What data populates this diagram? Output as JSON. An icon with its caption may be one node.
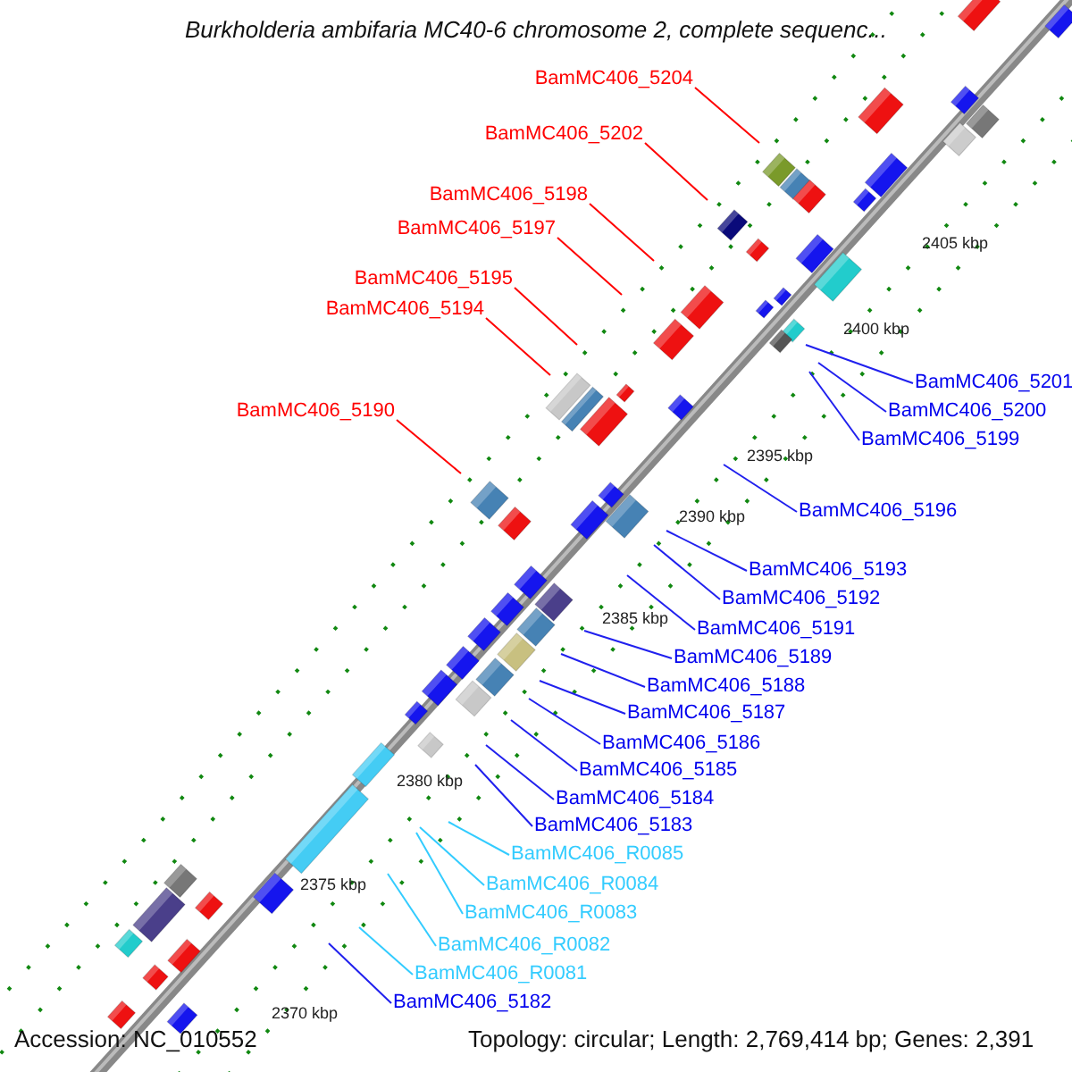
{
  "diagram": {
    "title": "Burkholderia ambifaria MC40-6 chromosome 2, complete sequenc...",
    "nodes": [
      {
        "text": [
          "BamMC406_5204"
        ]
      },
      {
        "text": [
          "BamMC406_5202"
        ]
      },
      {
        "text": [
          "BamMC406_5198"
        ]
      },
      {
        "text": [
          "BamMC406_5197"
        ]
      },
      {
        "text": [
          "BamMC406_5195"
        ]
      },
      {
        "text": [
          "BamMC406_5194"
        ]
      },
      {
        "text": [
          "BamMC406_5190"
        ]
      },
      {
        "text": [
          "BamMC406_5201"
        ]
      },
      {
        "text": [
          "BamMC406_5200"
        ]
      },
      {
        "text": [
          "BamMC406_5199"
        ]
      },
      {
        "text": [
          "BamMC406_5196"
        ]
      },
      {
        "text": [
          "BamMC406_5193"
        ]
      },
      {
        "text": [
          "BamMC406_5192"
        ]
      },
      {
        "text": [
          "BamMC406_5191"
        ]
      },
      {
        "text": [
          "BamMC406_5189"
        ]
      },
      {
        "text": [
          "BamMC406_5188"
        ]
      },
      {
        "text": [
          "BamMC406_5187"
        ]
      },
      {
        "text": [
          "BamMC406_5186"
        ]
      },
      {
        "text": [
          "BamMC406_5185"
        ]
      },
      {
        "text": [
          "BamMC406_5184"
        ]
      },
      {
        "text": [
          "BamMC406_5183"
        ]
      },
      {
        "text": [
          "BamMC406_R0085"
        ]
      },
      {
        "text": [
          "BamMC406_R0084"
        ]
      },
      {
        "text": [
          "BamMC406_R0083"
        ]
      },
      {
        "text": [
          "BamMC406_R0082"
        ]
      },
      {
        "text": [
          "BamMC406_R0081"
        ]
      },
      {
        "text": [
          "BamMC406_5182"
        ]
      }
    ],
    "edges": [
      {
        "from": 0,
        "to": null,
        "arrow": "none",
        "color": "#ff0000"
      },
      {
        "from": 1,
        "to": null,
        "arrow": "none",
        "color": "#ff0000"
      },
      {
        "from": 2,
        "to": null,
        "arrow": "none",
        "color": "#ff0000"
      },
      {
        "from": 3,
        "to": null,
        "arrow": "none",
        "color": "#ff0000"
      },
      {
        "from": 4,
        "to": null,
        "arrow": "none",
        "color": "#ff0000"
      },
      {
        "from": 5,
        "to": null,
        "arrow": "none",
        "color": "#ff0000"
      },
      {
        "from": 6,
        "to": null,
        "arrow": "none",
        "color": "#ff0000"
      },
      {
        "from": 7,
        "to": null,
        "arrow": "none"
      },
      {
        "from": 8,
        "to": null,
        "arrow": "none"
      },
      {
        "from": 9,
        "to": null,
        "arrow": "none"
      },
      {
        "from": 10,
        "to": null,
        "arrow": "none"
      },
      {
        "from": 11,
        "to": null,
        "arrow": "none"
      },
      {
        "from": 12,
        "to": null,
        "arrow": "none"
      },
      {
        "from": 13,
        "to": null,
        "arrow": "none"
      },
      {
        "from": 14,
        "to": null,
        "arrow": "none"
      },
      {
        "from": 15,
        "to": null,
        "arrow": "none"
      },
      {
        "from": 16,
        "to": null,
        "arrow": "none"
      },
      {
        "from": 17,
        "to": null,
        "arrow": "none"
      },
      {
        "from": 18,
        "to": null,
        "arrow": "none"
      },
      {
        "from": 19,
        "to": null,
        "arrow": "none"
      },
      {
        "from": 20,
        "to": null,
        "arrow": "none"
      },
      {
        "from": 21,
        "to": null,
        "arrow": "none",
        "color": "#33ccff"
      },
      {
        "from": 22,
        "to": null,
        "arrow": "none",
        "color": "#33ccff"
      },
      {
        "from": 23,
        "to": null,
        "arrow": "none",
        "color": "#33ccff"
      },
      {
        "from": 24,
        "to": null,
        "arrow": "none",
        "color": "#33ccff"
      },
      {
        "from": 25,
        "to": null,
        "arrow": "none",
        "color": "#33ccff"
      },
      {
        "from": 26,
        "to": null,
        "arrow": "none"
      }
    ],
    "labels": [
      "2405 kbp",
      "2400 kbp",
      "2395 kbp",
      "2390 kbp",
      "2385 kbp",
      "2380 kbp",
      "2375 kbp",
      "2370 kbp",
      "Accession: NC_010552",
      "Topology: circular; Length: 2,769,414 bp; Genes: 2,391"
    ]
  }
}
